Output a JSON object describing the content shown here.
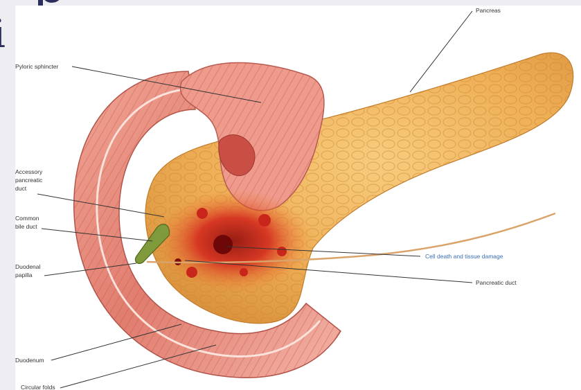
{
  "slide": {
    "title_line1": "p",
    "title_line2": "i"
  },
  "figure": {
    "labels": {
      "pancreas": "Pancreas",
      "pyloric_sphincter": "Pyloric sphincter",
      "accessory_duct_1": "Accessory",
      "accessory_duct_2": "pancreatic",
      "accessory_duct_3": "duct",
      "common_bile_duct_1": "Common",
      "common_bile_duct_2": "bile duct",
      "duodenal_papilla_1": "Duodenal",
      "duodenal_papilla_2": "papilla",
      "cell_death": "Cell death and tissue damage",
      "pancreatic_duct": "Pancreatic duct",
      "duodenum": "Duodenum",
      "circular_folds": "Circular folds"
    },
    "colors": {
      "pancreas_tissue": "#f0b458",
      "duodenum_wall": "#e38478",
      "damage": "#c0221c",
      "label_highlight": "#3a6db4"
    }
  }
}
